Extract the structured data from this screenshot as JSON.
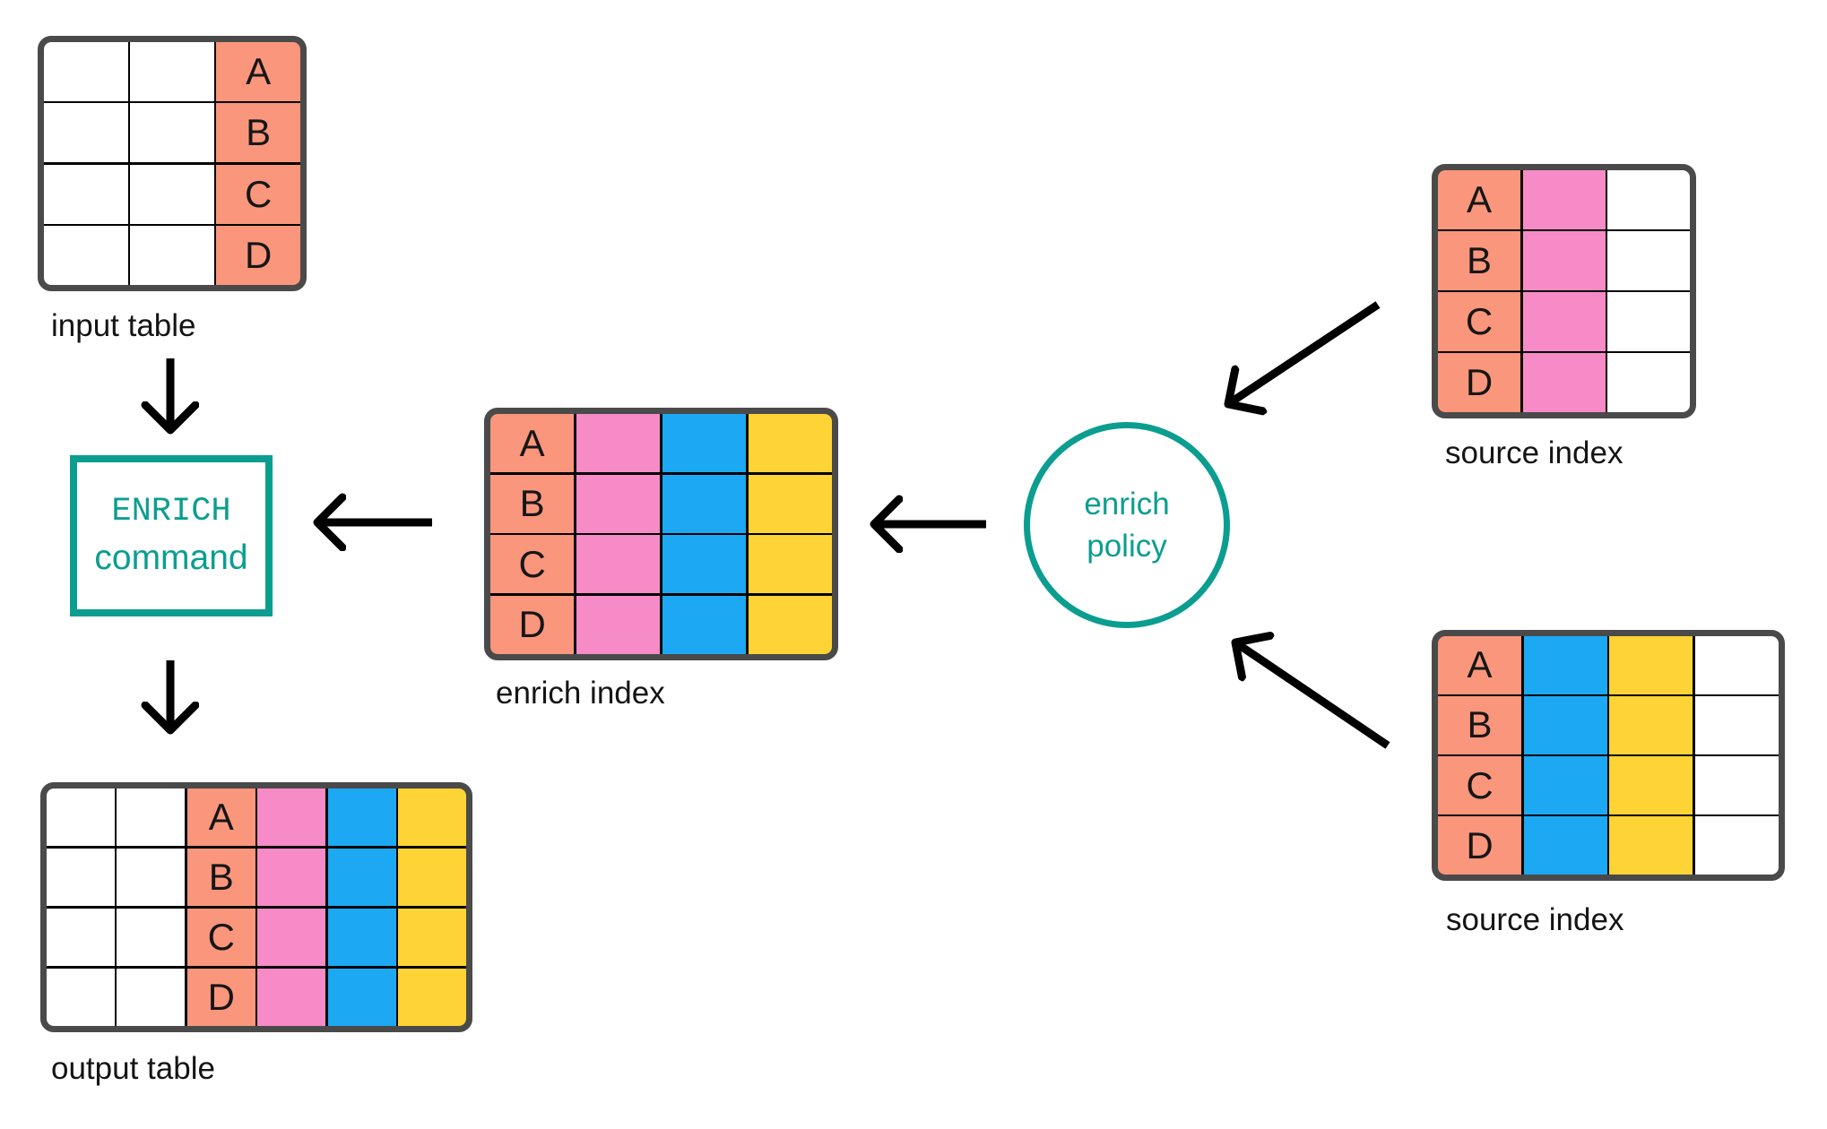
{
  "palette": {
    "key_salmon": "#fa967c",
    "pink": "#f78bc8",
    "blue": "#1ca8f3",
    "yellow": "#fdd335",
    "teal": "#0b9e90",
    "table_border": "#4a4a4a",
    "arrow": "#000000"
  },
  "nodes": {
    "input_table": {
      "label": "input table",
      "letters": [
        "A",
        "B",
        "C",
        "D"
      ]
    },
    "output_table": {
      "label": "output table",
      "letters": [
        "A",
        "B",
        "C",
        "D"
      ]
    },
    "enrich_index": {
      "label": "enrich index",
      "letters": [
        "A",
        "B",
        "C",
        "D"
      ]
    },
    "source_index_top": {
      "label": "source index",
      "letters": [
        "A",
        "B",
        "C",
        "D"
      ]
    },
    "source_index_bottom": {
      "label": "source index",
      "letters": [
        "A",
        "B",
        "C",
        "D"
      ]
    },
    "enrich_command": {
      "line1": "ENRICH",
      "line2": "command"
    },
    "enrich_policy": {
      "line1": "enrich",
      "line2": "policy"
    }
  }
}
